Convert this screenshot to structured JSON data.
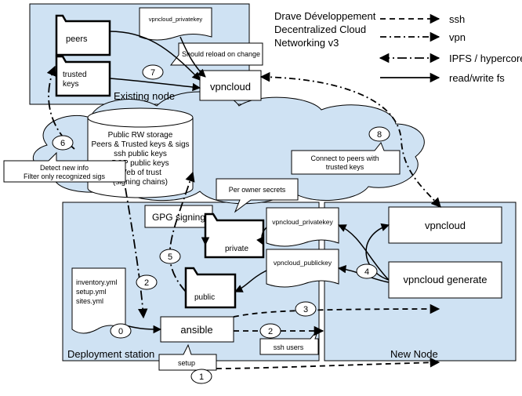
{
  "title": {
    "lines": [
      "Drave Développement",
      "Decentralized Cloud",
      "Networking v3"
    ]
  },
  "legend": [
    {
      "label": "ssh",
      "style": "dashed"
    },
    {
      "label": "vpn",
      "style": "dashdot"
    },
    {
      "label": "IPFS / hypercore",
      "style": "dashdot-long"
    },
    {
      "label": "read/write fs",
      "style": "solid"
    }
  ],
  "regions": {
    "existing_node": "Existing node",
    "deployment_station": "Deployment station",
    "new_node": "New Node"
  },
  "existing_node": {
    "peers": "peers",
    "trusted_keys_lines": [
      "trusted",
      "keys"
    ],
    "privatekey_doc": "vpncloud_privatekey",
    "reload_callout": "Should reload on change",
    "vpncloud": "vpncloud"
  },
  "storage": {
    "lines": [
      "Public RW storage",
      "Peers & Trusted keys & sigs",
      "ssh public keys",
      "PGP public keys",
      "Web of trust",
      "(signing chains)"
    ]
  },
  "callouts": {
    "detect_lines": [
      "Detect new info",
      "Filter only recognized sigs"
    ],
    "connect_lines": [
      "Connect to peers with",
      "trusted keys"
    ],
    "per_owner": "Per owner secrets"
  },
  "deployment": {
    "gpg_signing": "GPG signing",
    "private_folder": "private",
    "public_folder": "public",
    "privatekey_doc": "vpncloud_privatekey",
    "publickey_doc": "vpncloud_publickey",
    "files_lines": [
      "inventory.yml",
      "setup.yml",
      "sites.yml"
    ],
    "ansible": "ansible",
    "ssh_users": "ssh users",
    "setup": "setup"
  },
  "new_node": {
    "vpncloud": "vpncloud",
    "vpncloud_generate": "vpncloud generate"
  },
  "steps": [
    "1",
    "2",
    "2",
    "3",
    "4",
    "5",
    "6",
    "7",
    "8",
    "0"
  ]
}
